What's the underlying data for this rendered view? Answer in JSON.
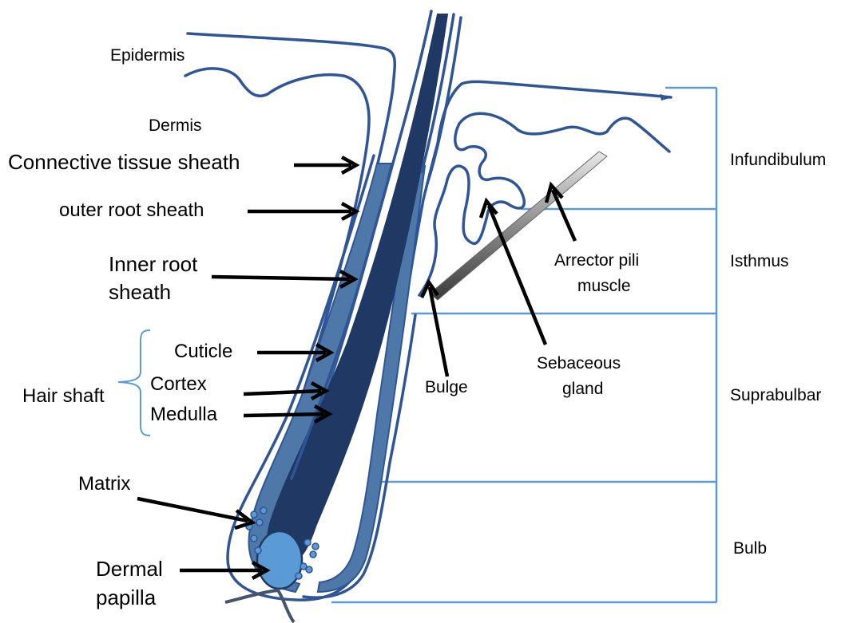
{
  "colors": {
    "outline": "#2f5597",
    "sheath_fill": "#4d78a8",
    "shaft_fill": "#1f3864",
    "papilla_fill": "#5b9bd5",
    "region_lines": "#5b9bd5",
    "arrows": "#000000"
  },
  "labels": {
    "epidermis": "Epidermis",
    "dermis": "Dermis",
    "connective_tissue_sheath": "Connective tissue sheath",
    "outer_root_sheath": "outer root sheath",
    "inner_root_sheath_line1": "Inner root",
    "inner_root_sheath_line2": "sheath",
    "cuticle": "Cuticle",
    "cortex": "Cortex",
    "medulla": "Medulla",
    "hair_shaft": "Hair shaft",
    "matrix": "Matrix",
    "dermal_papilla_line1": "Dermal",
    "dermal_papilla_line2": "papilla",
    "bulge": "Bulge",
    "sebaceous_gland_line1": "Sebaceous",
    "sebaceous_gland_line2": "gland",
    "arrector_pili_line1": "Arrector pili",
    "arrector_pili_line2": "muscle"
  },
  "regions": {
    "infundibulum": "Infundibulum",
    "isthmus": "Isthmus",
    "suprabulbar": "Suprabulbar",
    "bulb": "Bulb"
  }
}
